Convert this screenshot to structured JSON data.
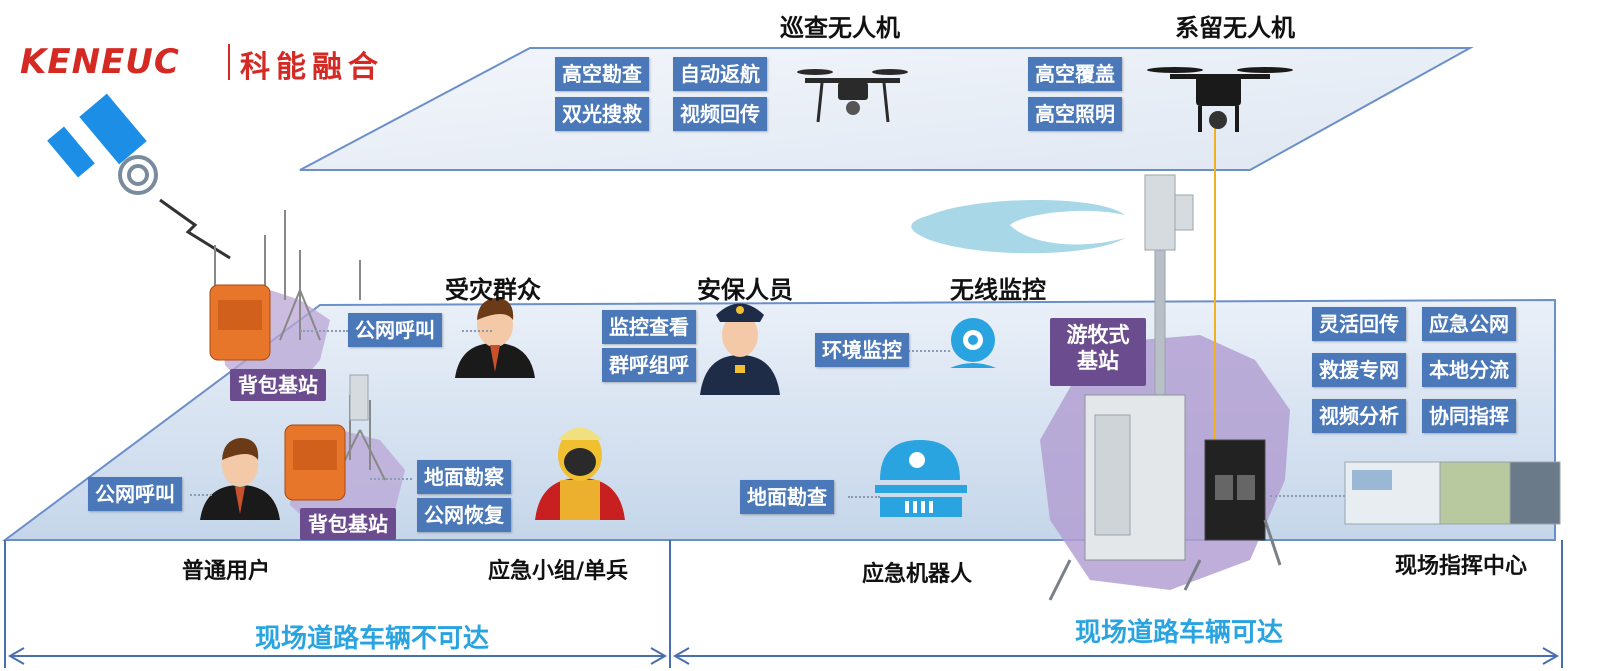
{
  "brand": {
    "logo_text": "KENEUC",
    "name_cn": "科能融合",
    "color": "#d52a24"
  },
  "drones": {
    "patrol": {
      "title": "巡查无人机",
      "tags": [
        "高空勘查",
        "自动返航",
        "双光搜救",
        "视频回传"
      ]
    },
    "tethered": {
      "title": "系留无人机",
      "tags": [
        "高空覆盖",
        "高空照明"
      ]
    }
  },
  "ground": {
    "victims": {
      "title": "受灾群众",
      "tag": "公网呼叫"
    },
    "security": {
      "title": "安保人员",
      "tags": [
        "监控查看",
        "群呼组呼"
      ]
    },
    "wireless_monitor": {
      "title": "无线监控",
      "tag": "环境监控"
    },
    "nomadic_station": {
      "tag": "游牧式基站"
    },
    "backpack_top": {
      "tag": "背包基站"
    },
    "backpack_bottom": {
      "tag": "背包基站",
      "side_tags": [
        "地面勘察",
        "公网恢复"
      ]
    },
    "user": {
      "tag": "公网呼叫"
    },
    "robot": {
      "tag": "地面勘查"
    },
    "command_tags": [
      "灵活回传",
      "应急公网",
      "救援专网",
      "本地分流",
      "视频分析",
      "协同指挥"
    ]
  },
  "bottom": {
    "labels": [
      "普通用户",
      "应急小组/单兵",
      "应急机器人",
      "现场指挥中心"
    ],
    "zone_left": "现场道路车辆不可达",
    "zone_right": "现场道路车辆可达"
  },
  "colors": {
    "tag_blue": "#4a78b8",
    "tag_purple": "#6b4d8f",
    "zone_text": "#2aa4e0"
  }
}
